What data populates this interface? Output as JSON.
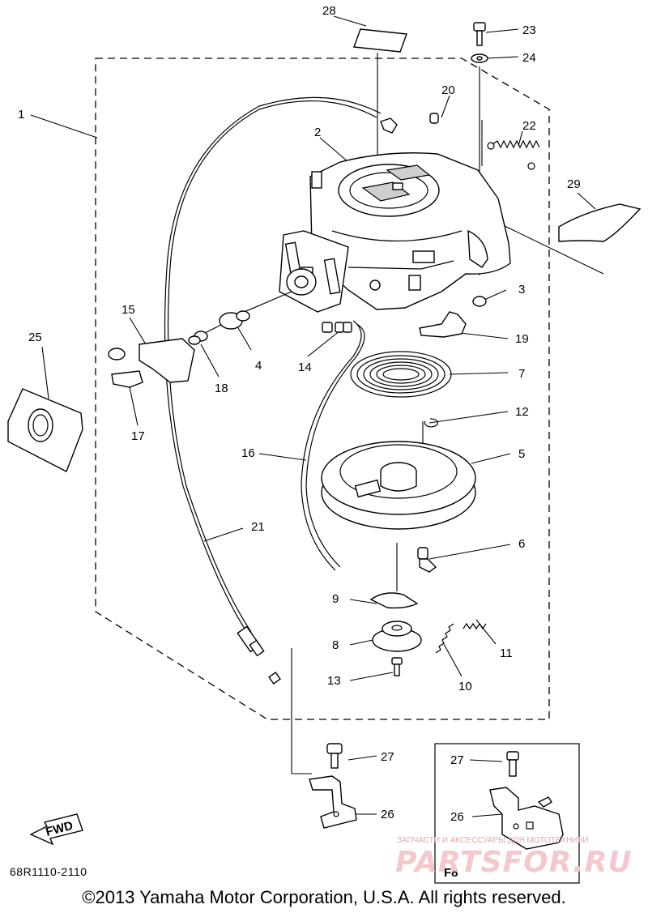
{
  "callouts": [
    {
      "id": "p1",
      "label": "1"
    },
    {
      "id": "p2",
      "label": "2"
    },
    {
      "id": "p3",
      "label": "3"
    },
    {
      "id": "p4",
      "label": "4"
    },
    {
      "id": "p5",
      "label": "5"
    },
    {
      "id": "p6",
      "label": "6"
    },
    {
      "id": "p7",
      "label": "7"
    },
    {
      "id": "p8",
      "label": "8"
    },
    {
      "id": "p9",
      "label": "9"
    },
    {
      "id": "p10",
      "label": "10"
    },
    {
      "id": "p11",
      "label": "11"
    },
    {
      "id": "p12",
      "label": "12"
    },
    {
      "id": "p13",
      "label": "13"
    },
    {
      "id": "p14",
      "label": "14"
    },
    {
      "id": "p15",
      "label": "15"
    },
    {
      "id": "p16",
      "label": "16"
    },
    {
      "id": "p17",
      "label": "17"
    },
    {
      "id": "p18",
      "label": "18"
    },
    {
      "id": "p19",
      "label": "19"
    },
    {
      "id": "p20",
      "label": "20"
    },
    {
      "id": "p21",
      "label": "21"
    },
    {
      "id": "p22",
      "label": "22"
    },
    {
      "id": "p23",
      "label": "23"
    },
    {
      "id": "p24",
      "label": "24"
    },
    {
      "id": "p25",
      "label": "25"
    },
    {
      "id": "p26",
      "label": "26"
    },
    {
      "id": "p27",
      "label": "27"
    },
    {
      "id": "p28",
      "label": "28"
    },
    {
      "id": "p29",
      "label": "29"
    },
    {
      "id": "p26b",
      "label": "26"
    },
    {
      "id": "p27b",
      "label": "27"
    }
  ],
  "inset_label": "F8",
  "fwd_label": "FWD",
  "diagram_code": "68R1110-2110",
  "copyright": "©2013 Yamaha Motor Corporation, U.S.A. All rights reserved.",
  "watermark": {
    "line1": "ЗАПЧАСТИ И АКСЕССУАРЫ ДЛЯ МОТОТЕХНИКИ",
    "line2": "PARTSFOR.RU"
  }
}
